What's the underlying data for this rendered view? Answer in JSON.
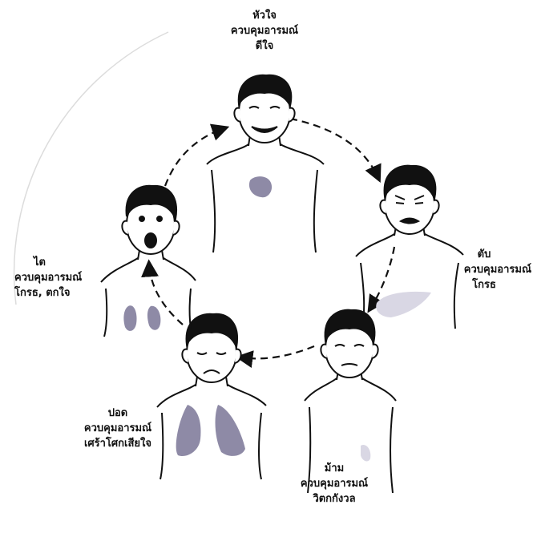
{
  "organs": [
    {
      "id": "heart",
      "name": "หัวใจ",
      "line1": "ควบคุมอารมณ์",
      "line2": "ดีใจ"
    },
    {
      "id": "liver",
      "name": "ตับ",
      "line1": "ควบคุมอารมณ์",
      "line2": "โกรธ"
    },
    {
      "id": "spleen",
      "name": "ม้าม",
      "line1": "ควบคุมอารมณ์",
      "line2": "วิตกกังวล"
    },
    {
      "id": "lung",
      "name": "ปอด",
      "line1": "ควบคุมอารมณ์",
      "line2": "เศร้าโศกเสียใจ"
    },
    {
      "id": "kidney",
      "name": "ไต",
      "line1": "ควบคุมอารมณ์",
      "line2": "โกรธ, ตกใจ"
    }
  ],
  "colors": {
    "line": "#111111",
    "organ": "#8e8aa6",
    "skin": "#ffffff",
    "hair": "#111111",
    "paper_edge": "#cccccc"
  }
}
